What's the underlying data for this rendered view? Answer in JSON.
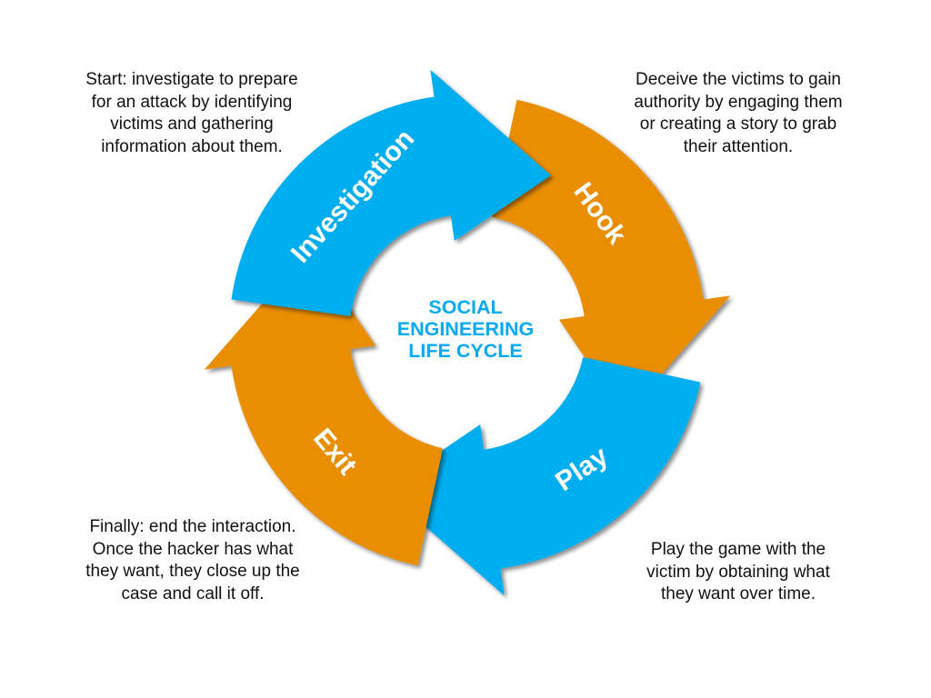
{
  "diagram": {
    "title_lines": [
      "SOCIAL",
      "ENGINEERING",
      "LIFE CYCLE"
    ],
    "colors": {
      "blue": "#00AEEF",
      "orange": "#E98E05",
      "title": "#06A9F4",
      "text": "#111111"
    },
    "stages": [
      {
        "id": "investigation",
        "label": "Investigation",
        "color": "#00AEEF",
        "description_lines": [
          "Start: investigate to prepare",
          "for an attack by identifying",
          "victims and gathering",
          "information about them."
        ]
      },
      {
        "id": "hook",
        "label": "Hook",
        "color": "#E98E05",
        "description_lines": [
          "Deceive the victims to gain",
          "authority by engaging them",
          "or creating a story to grab",
          "their attention."
        ]
      },
      {
        "id": "play",
        "label": "Play",
        "color": "#00AEEF",
        "description_lines": [
          "Play the game with the",
          "victim by obtaining what",
          "they want over time."
        ]
      },
      {
        "id": "exit",
        "label": "Exit",
        "color": "#E98E05",
        "description_lines": [
          "Finally: end the interaction.",
          "Once the hacker has what",
          "they want, they close up the",
          "case and call it off."
        ]
      }
    ]
  }
}
